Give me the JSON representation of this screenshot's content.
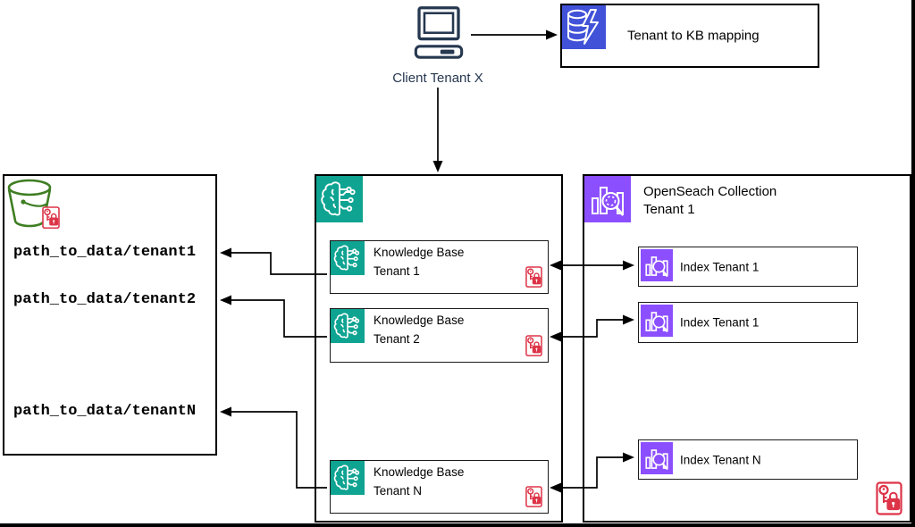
{
  "client": {
    "label": "Client Tenant X",
    "icon": "computer-icon"
  },
  "mapping": {
    "label": "Tenant to KB mapping",
    "icon": "dynamodb-icon"
  },
  "s3": {
    "icon": "s3-bucket-icon",
    "security_icon": "key-lock-icon",
    "paths": [
      "path_to_data/tenant1",
      "path_to_data/tenant2",
      "path_to_data/tenantN"
    ]
  },
  "kb": {
    "icon": "bedrock-brain-icon",
    "security_icon": "key-lock-icon",
    "items": [
      {
        "line1": "Knowledge Base",
        "line2": "Tenant 1"
      },
      {
        "line1": "Knowledge Base",
        "line2": "Tenant 2"
      },
      {
        "line1": "Knowledge Base",
        "line2": "Tenant N"
      }
    ]
  },
  "opensearch": {
    "icon": "opensearch-icon",
    "security_icon": "key-lock-icon",
    "title_line1": "OpenSeach Collection",
    "title_line2": "Tenant 1",
    "indexes": [
      "Index Tenant 1",
      "Index Tenant 1",
      "Index Tenant N"
    ]
  },
  "colors": {
    "teal": "#0fa392",
    "purple": "#8c4fff",
    "blue": "#4152d8",
    "red": "#dd3448",
    "green": "#3f7e23",
    "navy": "#263850"
  }
}
